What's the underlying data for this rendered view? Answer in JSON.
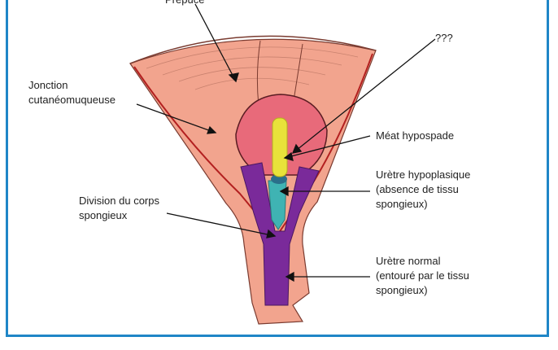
{
  "figure": {
    "labels": {
      "prepuce": "Prépuce",
      "unknown": "???",
      "jonction": "Jonction\ncutanéomuqueuse",
      "meat": "Méat hypospade",
      "uretre_hypo": "Urètre hypoplasique\n(absence de tissu\nspongieux)",
      "division": "Division du corps\nspongieux",
      "uretre_normal": "Urètre normal\n(entouré par le tissu\nspongieux)"
    },
    "colors": {
      "frame": "#1f86c7",
      "skin": "#f2a48e",
      "glans": "#e86a7a",
      "urethra_normal": "#7a2a9a",
      "urethra_hypoplastic": "#3fb3b3",
      "meatus": "#e8e23a",
      "edge_line": "#b32020"
    }
  }
}
